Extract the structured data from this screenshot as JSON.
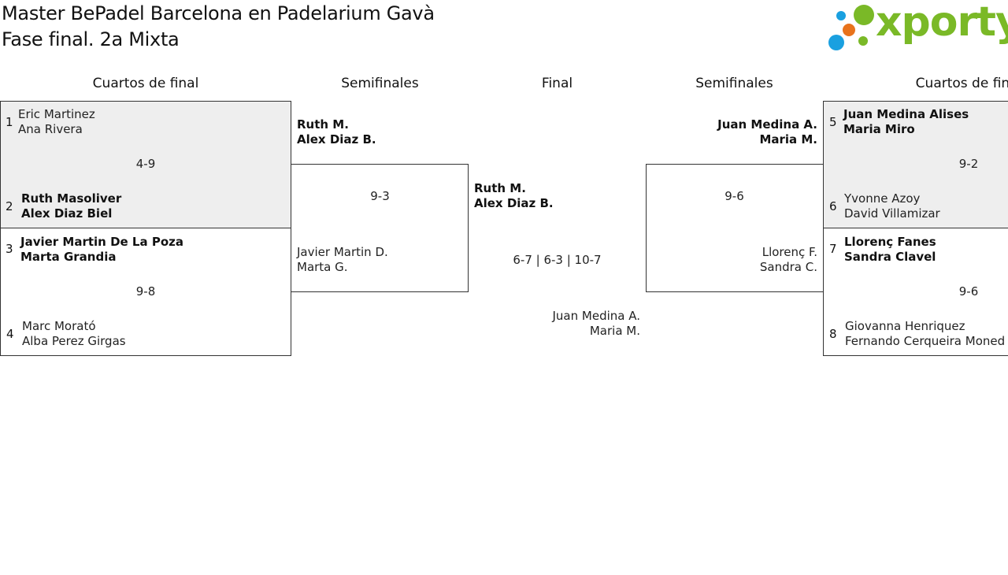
{
  "header": {
    "title_line1": "Master BePadel Barcelona en Padelarium Gavà",
    "title_line2": "Fase final. 2a Mixta"
  },
  "logo": {
    "text": "xporty",
    "colors": {
      "green": "#7ab927",
      "blue": "#1aa0e0",
      "orange": "#e8731c"
    }
  },
  "rounds": {
    "left_quarters": "Cuartos de final",
    "left_semis": "Semifinales",
    "final": "Final",
    "right_semis": "Semifinales",
    "right_quarters": "Cuartos de final"
  },
  "qf": [
    {
      "seed_a": "1",
      "team_a": [
        "Eric Martinez",
        "Ana Rivera"
      ],
      "score": "4-9",
      "seed_b": "2",
      "team_b": [
        "Ruth Masoliver",
        "Alex Diaz Biel"
      ]
    },
    {
      "seed_a": "3",
      "team_a": [
        "Javier Martin De La Poza",
        "Marta Grandia"
      ],
      "score": "9-8",
      "seed_b": "4",
      "team_b": [
        "Marc Morató",
        "Alba Perez Girgas"
      ]
    },
    {
      "seed_a": "5",
      "team_a": [
        "Juan Medina Alises",
        "Maria Miro"
      ],
      "score": "9-2",
      "seed_b": "6",
      "team_b": [
        "Yvonne Azoy",
        "David Villamizar"
      ]
    },
    {
      "seed_a": "7",
      "team_a": [
        "Llorenç Fanes",
        "Sandra Clavel"
      ],
      "score": "9-6",
      "seed_b": "8",
      "team_b": [
        "Giovanna Henriquez",
        "Fernando Cerqueira Moned"
      ]
    }
  ],
  "sf": [
    {
      "team_a": [
        "Ruth M.",
        "Alex Diaz B."
      ],
      "score": "9-3",
      "team_b": [
        "Javier Martin D.",
        "Marta G."
      ]
    },
    {
      "team_a": [
        "Juan Medina A.",
        "Maria M."
      ],
      "score": "9-6",
      "team_b": [
        "Llorenç F.",
        "Sandra C."
      ]
    }
  ],
  "final": {
    "team_a": [
      "Ruth M.",
      "Alex Diaz B."
    ],
    "score": "6-7 | 6-3 | 10-7",
    "team_b": [
      "Juan Medina A.",
      "Maria M."
    ]
  }
}
